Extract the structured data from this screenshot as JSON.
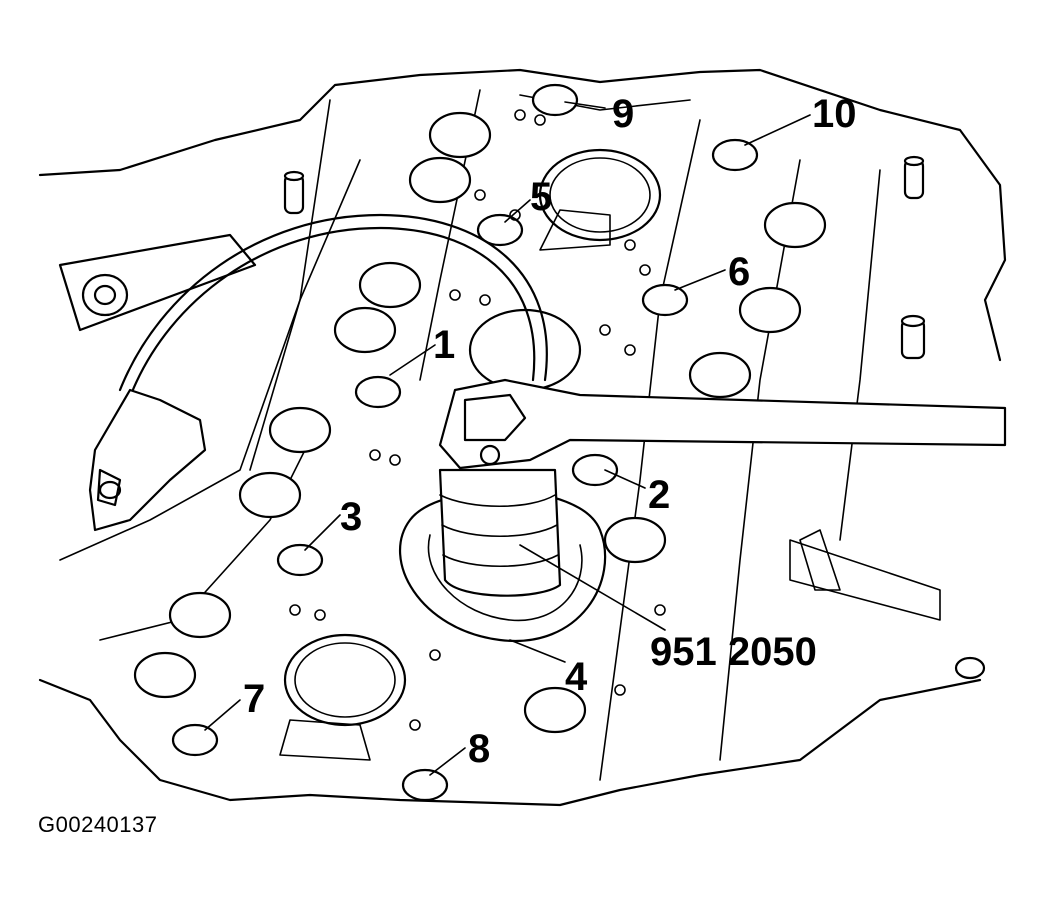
{
  "figure_code": "G00240137",
  "tool_label": "951 2050",
  "callouts": {
    "c1": "1",
    "c2": "2",
    "c3": "3",
    "c4": "4",
    "c5": "5",
    "c6": "6",
    "c7": "7",
    "c8": "8",
    "c9": "9",
    "c10": "10"
  },
  "colors": {
    "ink": "#000000",
    "paper": "#ffffff"
  }
}
